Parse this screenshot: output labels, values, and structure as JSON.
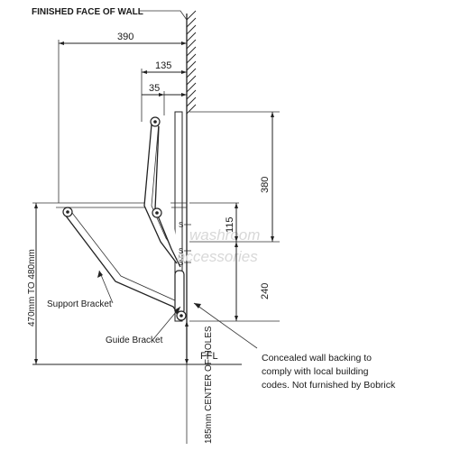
{
  "labels": {
    "finished_face": "FINISHED FACE OF WALL",
    "support_bracket": "Support Bracket",
    "guide_bracket": "Guide Bracket",
    "ffl": "FFL",
    "height_range": "470mm TO 480mm",
    "center_of_holes": "185mm CENTER OF HOLES",
    "note_line1": "Concealed wall backing to",
    "note_line2": "comply with local building",
    "note_line3": "codes. Not furnished by Bobrick"
  },
  "dimensions": {
    "d390": "390",
    "d135": "135",
    "d35": "35",
    "d380": "380",
    "d115": "115",
    "d240": "240"
  },
  "screw_marks": [
    "S",
    "S",
    "S"
  ],
  "watermark": {
    "line1": "washroom",
    "line2": "accessories"
  }
}
